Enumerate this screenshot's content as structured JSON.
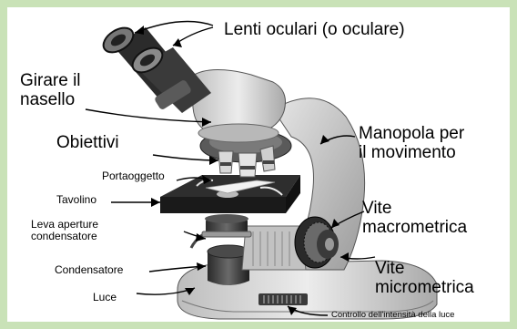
{
  "labels": {
    "eyepieces": "Lenti oculari (o oculare)",
    "nosepiece": "Girare il\nnasello",
    "objectives": "Obiettivi",
    "slide_holder": "Portaoggetto",
    "stage": "Tavolino",
    "condenser_aperture": "Leva aperture\ncondensatore",
    "condenser": "Condensatore",
    "light": "Luce",
    "movement_knob": "Manopola per\nil movimento",
    "coarse_adjustment": "Vite\nmacrometrica",
    "fine_adjustment": "Vite\nmicrometrica",
    "light_intensity": "Controllo dell'intensità della luce"
  },
  "colors": {
    "frame": "#c9e2b7",
    "body": "#d4d4d4",
    "body_dark": "#8c8c8c",
    "black": "#1a1a1a"
  }
}
